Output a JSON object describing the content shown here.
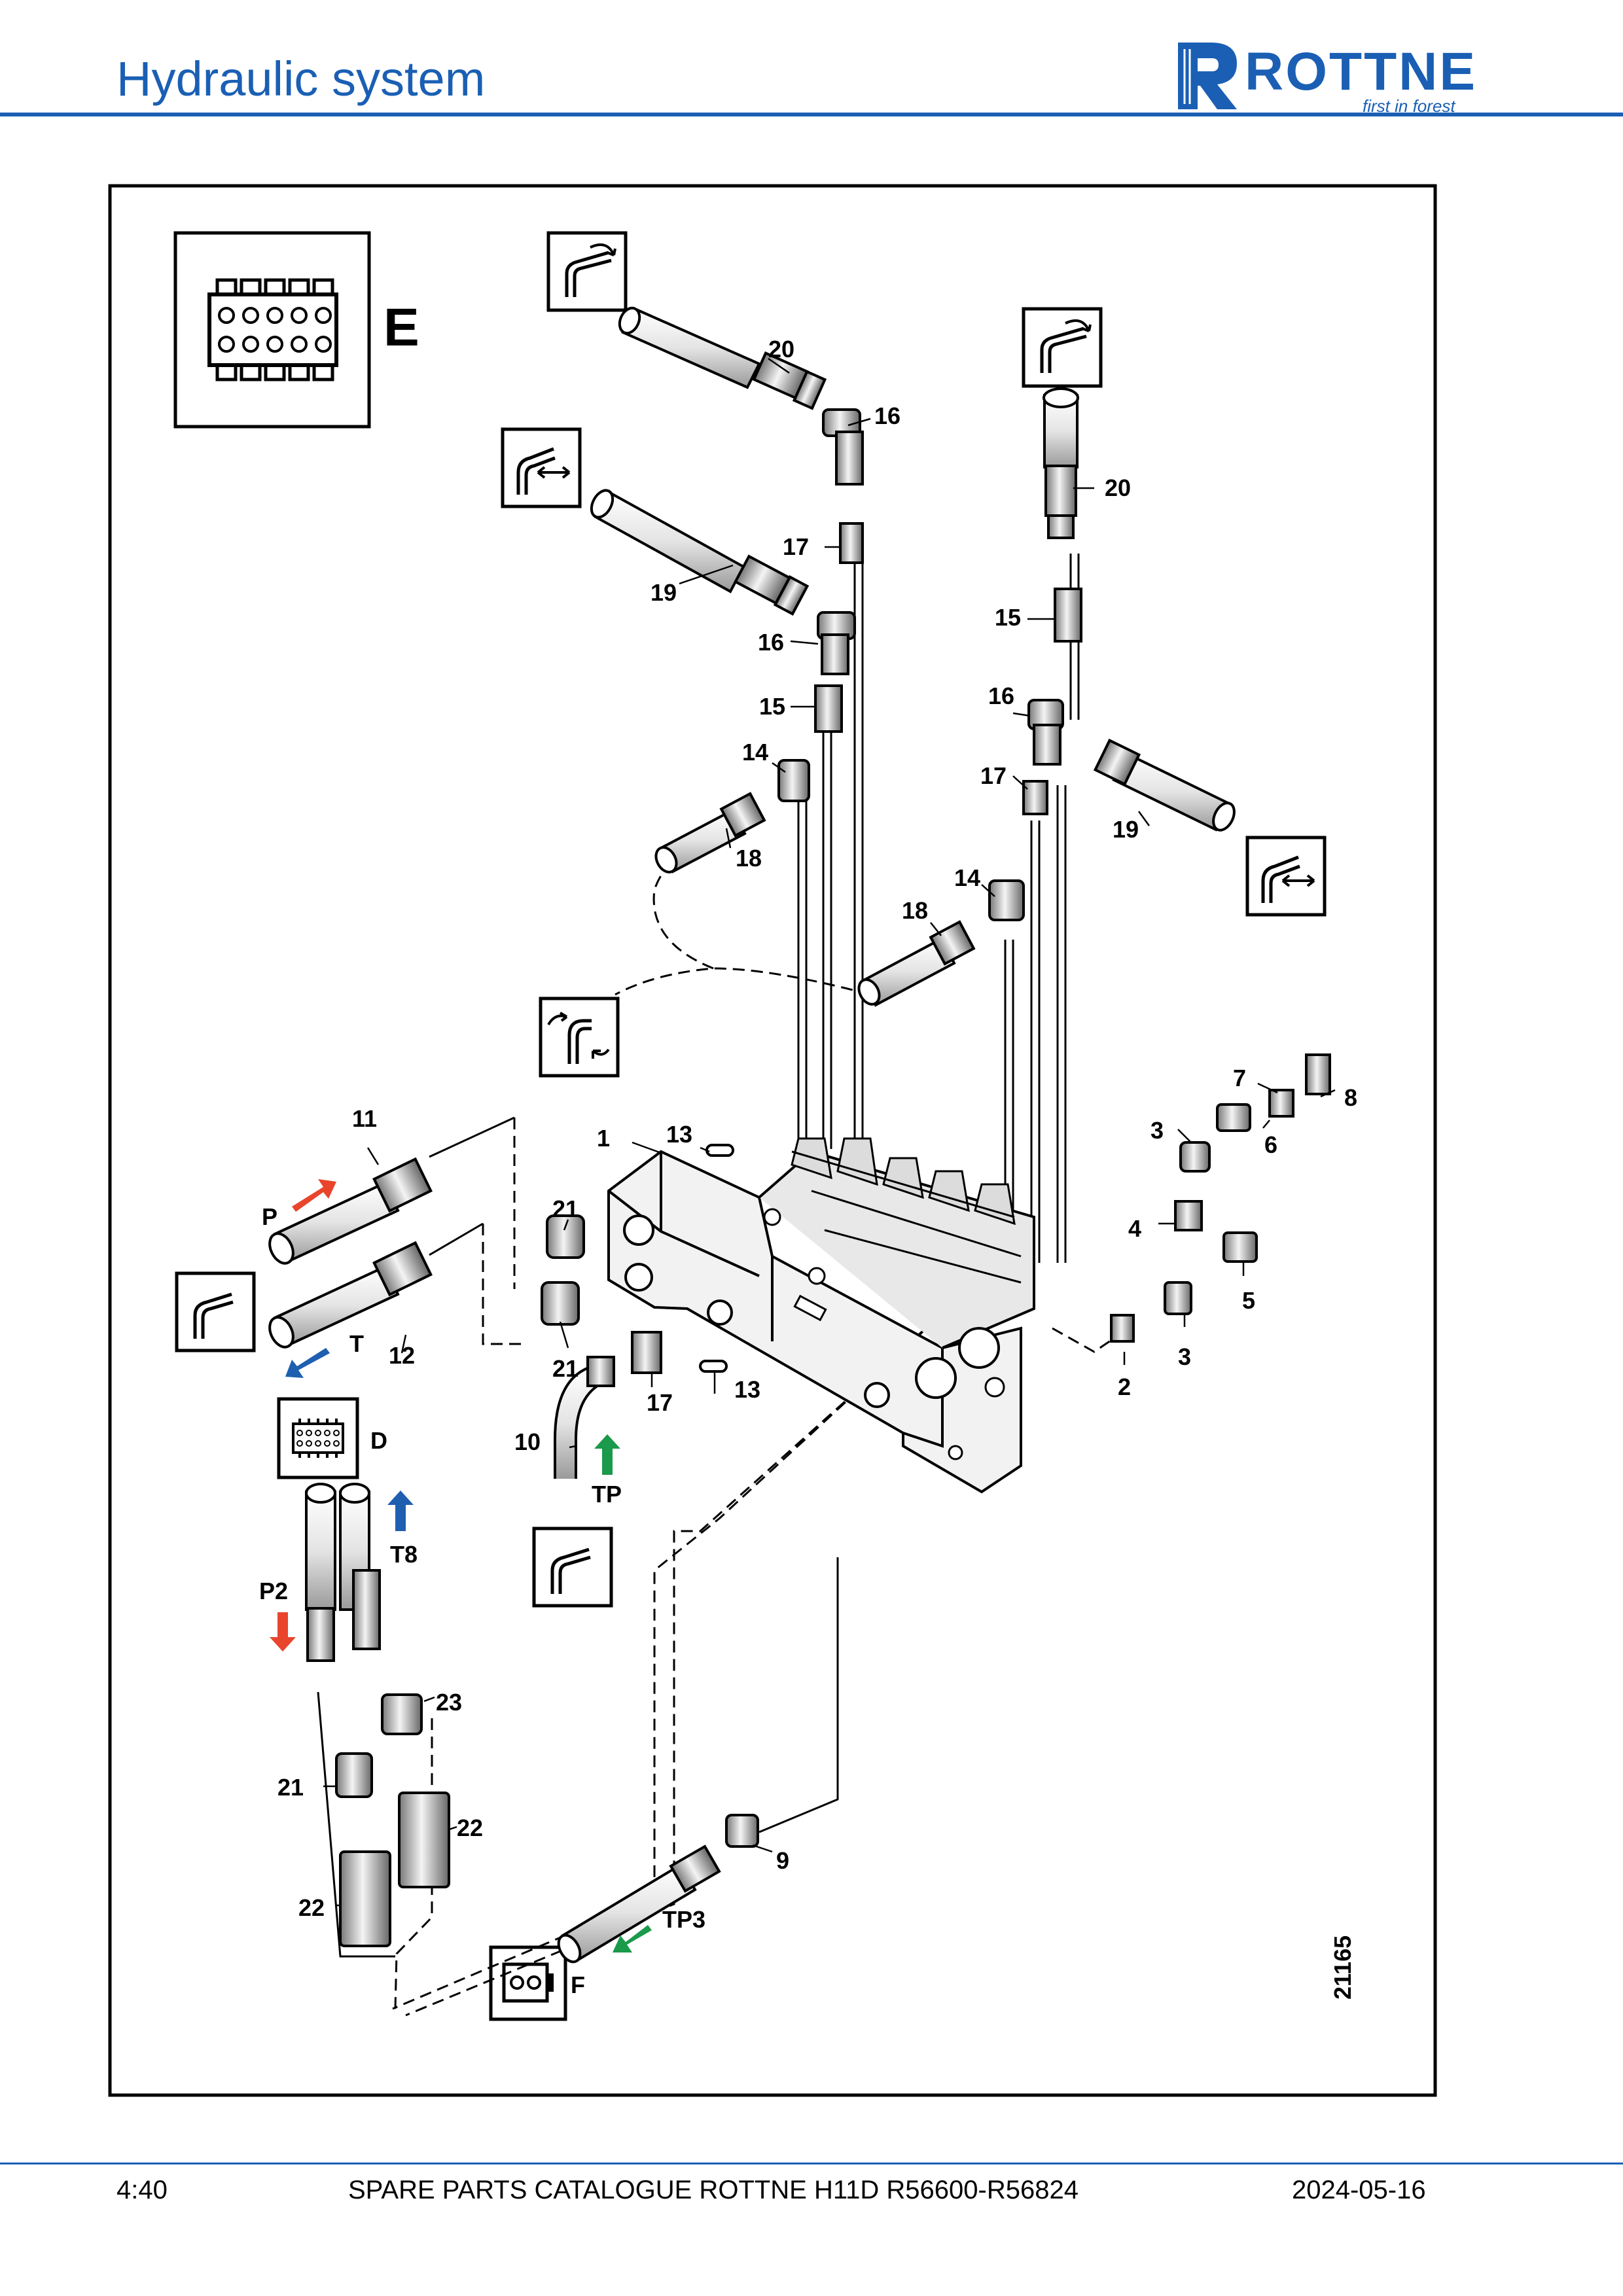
{
  "header": {
    "title": "Hydraulic system",
    "logo_text": "ROTTNE",
    "logo_tagline": "first in forest"
  },
  "diagram": {
    "view_label": "E",
    "drawing_number": "21165",
    "part_callouts": [
      "1",
      "2",
      "3",
      "3",
      "4",
      "5",
      "6",
      "7",
      "8",
      "9",
      "10",
      "11",
      "12",
      "13",
      "13",
      "14",
      "14",
      "15",
      "15",
      "15",
      "16",
      "16",
      "16",
      "17",
      "17",
      "17",
      "18",
      "18",
      "19",
      "19",
      "20",
      "20",
      "21",
      "21",
      "21",
      "22",
      "22",
      "23"
    ],
    "connector_labels": {
      "d": "D",
      "f": "F"
    },
    "flow_labels": {
      "p": "P",
      "t": "T",
      "tp": "TP",
      "t8": "T8",
      "p2": "P2",
      "tp3": "TP3"
    },
    "colors": {
      "pressure": "#e8452c",
      "tank": "#1f5fb0",
      "tank_pilot": "#1a9a4a",
      "brand": "#1a5fb4"
    }
  },
  "footer": {
    "page": "4:40",
    "catalogue": "SPARE PARTS CATALOGUE ROTTNE H11D R56600-R56824",
    "date": "2024-05-16"
  }
}
